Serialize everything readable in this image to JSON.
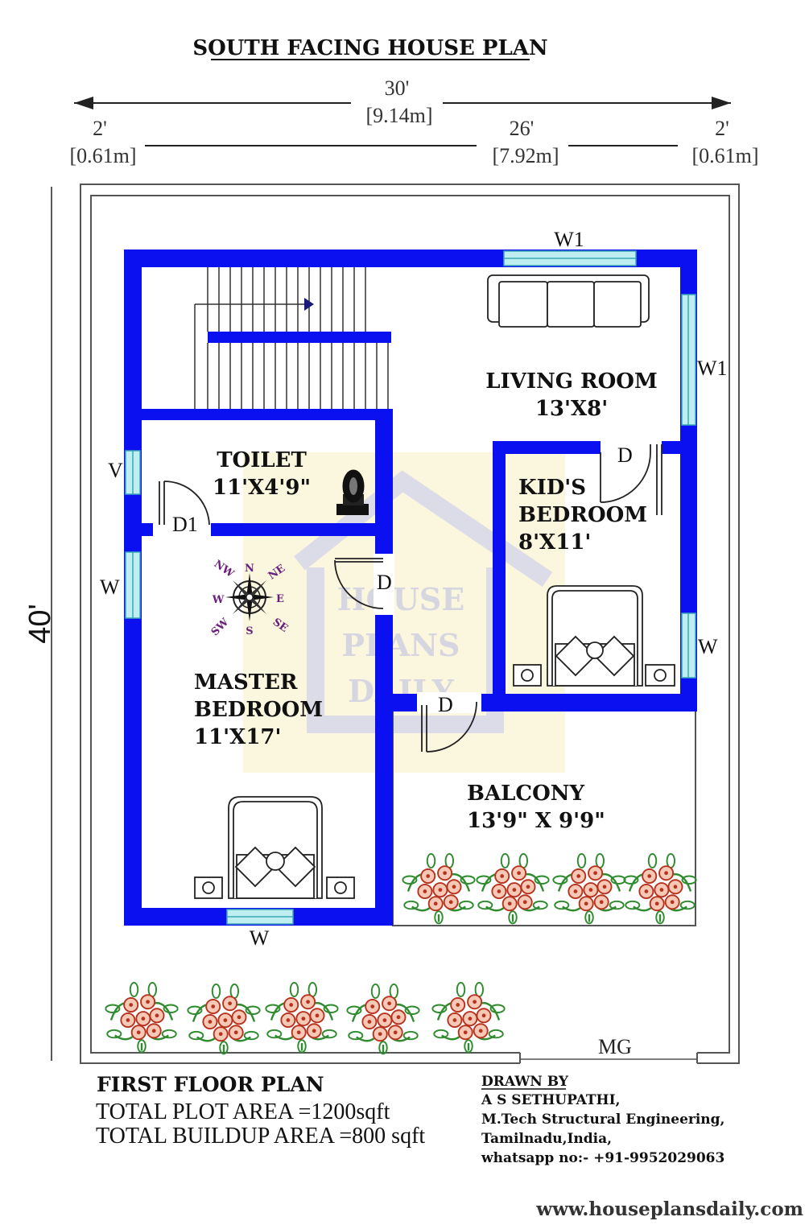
{
  "title": "SOUTH FACING HOUSE PLAN",
  "dimensions": {
    "overall_width": "30'",
    "overall_width_m": "[9.14m]",
    "left_margin": "2'",
    "left_margin_m": "[0.61m]",
    "building_width": "26'",
    "building_width_m": "[7.92m]",
    "right_margin": "2'",
    "right_margin_m": "[0.61m]",
    "depth": "40'"
  },
  "rooms": {
    "living_room": {
      "name": "LIVING ROOM",
      "size": "13'X8'"
    },
    "toilet": {
      "name": "TOILET",
      "size": "11'X4'9\""
    },
    "kids_bedroom": {
      "name_line1": "KID'S",
      "name_line2": "BEDROOM",
      "size": "8'X11'"
    },
    "master_bedroom": {
      "name_line1": "MASTER",
      "name_line2": "BEDROOM",
      "size": "11'X17'"
    },
    "balcony": {
      "name": "BALCONY",
      "size": "13'9\" X 9'9\""
    }
  },
  "openings": {
    "w1_top": "W1",
    "w1_right": "W1",
    "v": "V",
    "w_left": "W",
    "w_right": "W",
    "w_bottom": "W",
    "d1": "D1",
    "d_kids": "D",
    "d_master": "D",
    "d_balcony": "D",
    "mg": "MG"
  },
  "compass": {
    "n": "N",
    "ne": "NE",
    "e": "E",
    "se": "SE",
    "s": "S",
    "sw": "SW",
    "w": "W",
    "nw": "NW"
  },
  "watermark": {
    "line1": "HOUSE",
    "line2": "PLANS",
    "line3": "DAILY"
  },
  "footer": {
    "plan_title": "FIRST FLOOR PLAN",
    "plot_area": "TOTAL PLOT AREA =1200sqft",
    "buildup_area": "TOTAL BUILDUP AREA =800 sqft",
    "drawn_by_label": "DRAWN BY",
    "author": "A S SETHUPATHI,",
    "qualification": "M.Tech Structural Engineering,",
    "location": "Tamilnadu,India,",
    "contact": "whatsapp no:- +91-9952029063",
    "website": "www.houseplansdaily.com"
  },
  "colors": {
    "wall": "#0a10f0",
    "window": "#bfeef0",
    "compass_text": "#6b1f7a",
    "flower": "#c9402c",
    "leaf": "#2e8b2e",
    "watermark_bg": "#fbf5d9",
    "watermark_fg": "#c8c8d8"
  }
}
